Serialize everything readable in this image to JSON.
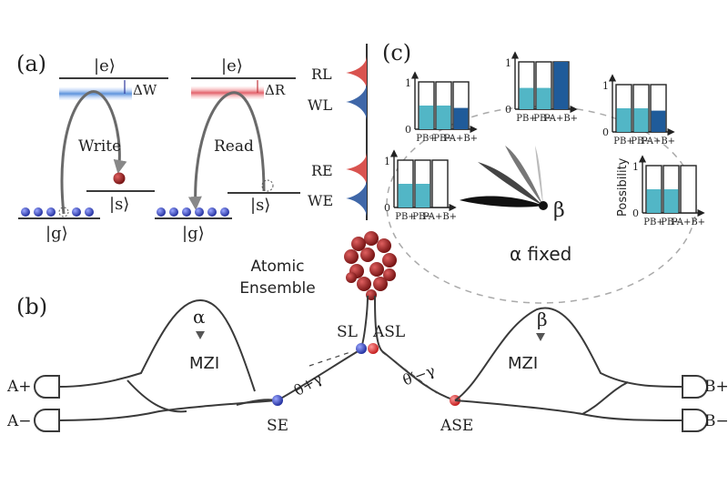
{
  "panel_a": {
    "label": "(a)",
    "excited_state": "|e⟩",
    "storage_state": "|s⟩",
    "ground_state": "|g⟩",
    "write_label": "Write",
    "read_label": "Read",
    "write_detuning": "ΔW",
    "read_detuning": "ΔR",
    "write_color": "#2e3a9c",
    "read_color": "#c0363c"
  },
  "spectrum": {
    "peaks": [
      "RL",
      "WL",
      "RE",
      "WE"
    ],
    "red_color": "#d9534f",
    "blue_color": "#3f67a8"
  },
  "ensemble": {
    "line1": "Atomic",
    "line2": "Ensemble",
    "color": "#8b1a1a"
  },
  "panel_b": {
    "label": "(b)",
    "mzi_left": "MZI",
    "mzi_right": "MZI",
    "alpha": "α",
    "beta": "β",
    "detector_a_plus": "A+",
    "detector_a_minus": "A−",
    "detector_b_plus": "B+",
    "detector_b_minus": "B−",
    "node_se": "SE",
    "node_sl": "SL",
    "node_asl": "ASL",
    "node_ase": "ASE",
    "phase_left": "θ+γ",
    "phase_right": "θ′−γ"
  },
  "panel_c": {
    "label": "(c)",
    "beta_label": "β",
    "alpha_fixed": "α fixed",
    "possibility_label": "Possibility",
    "tick_one": "1",
    "tick_zero": "0",
    "bar_colors": {
      "light": "#52b6c6",
      "dark": "#1f5b9a"
    },
    "charts": [
      {
        "labels": [
          "PB+",
          "PB−",
          "PA+B+"
        ],
        "values": [
          0.5,
          0.5,
          0.45
        ]
      },
      {
        "labels": [
          "PB+",
          "PB−",
          "PA+B+"
        ],
        "values": [
          0.45,
          0.45,
          1.0
        ]
      },
      {
        "labels": [
          "PB+",
          "PB−",
          "PA+B+"
        ],
        "values": [
          0.5,
          0.5,
          0.45
        ]
      },
      {
        "labels": [
          "PB+",
          "PB−",
          "PA+B+"
        ],
        "values": [
          0.5,
          0.5,
          0.0
        ]
      },
      {
        "labels": [
          "PB+",
          "PB−",
          "PA+B+"
        ],
        "values": [
          0.5,
          0.5,
          0.0
        ]
      }
    ]
  }
}
